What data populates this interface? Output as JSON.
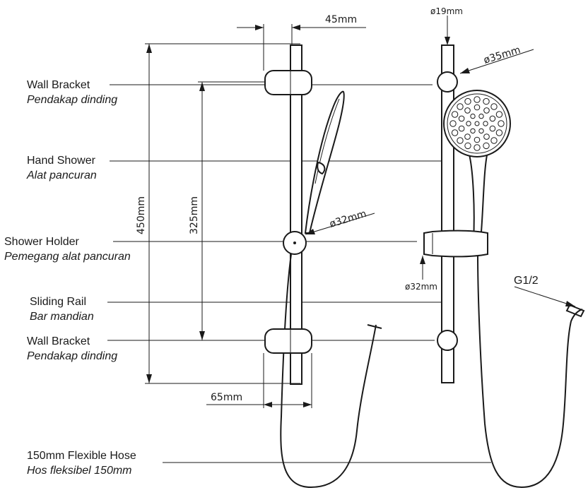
{
  "labels": {
    "wall_bracket_top": {
      "en": "Wall Bracket",
      "ms": "Pendakap dinding"
    },
    "hand_shower": {
      "en": "Hand Shower",
      "ms": "Alat pancuran"
    },
    "shower_holder": {
      "en": "Shower Holder",
      "ms": "Pemegang alat pancuran"
    },
    "sliding_rail": {
      "en": "Sliding Rail",
      "ms": "Bar mandian"
    },
    "wall_bracket_bottom": {
      "en": "Wall Bracket",
      "ms": "Pendakap dinding"
    },
    "hose": {
      "en": "150mm Flexible Hose",
      "ms": "Hos fleksibel 150mm"
    }
  },
  "dimensions": {
    "bracket_depth": "45mm",
    "total_height": "450mm",
    "bracket_spacing": "325mm",
    "holder_diameter_side": "ø32mm",
    "base_depth": "65mm",
    "rail_diameter": "ø19mm",
    "bracket_diameter": "ø35mm",
    "holder_diameter_front": "ø32mm",
    "thread": "G1/2"
  }
}
